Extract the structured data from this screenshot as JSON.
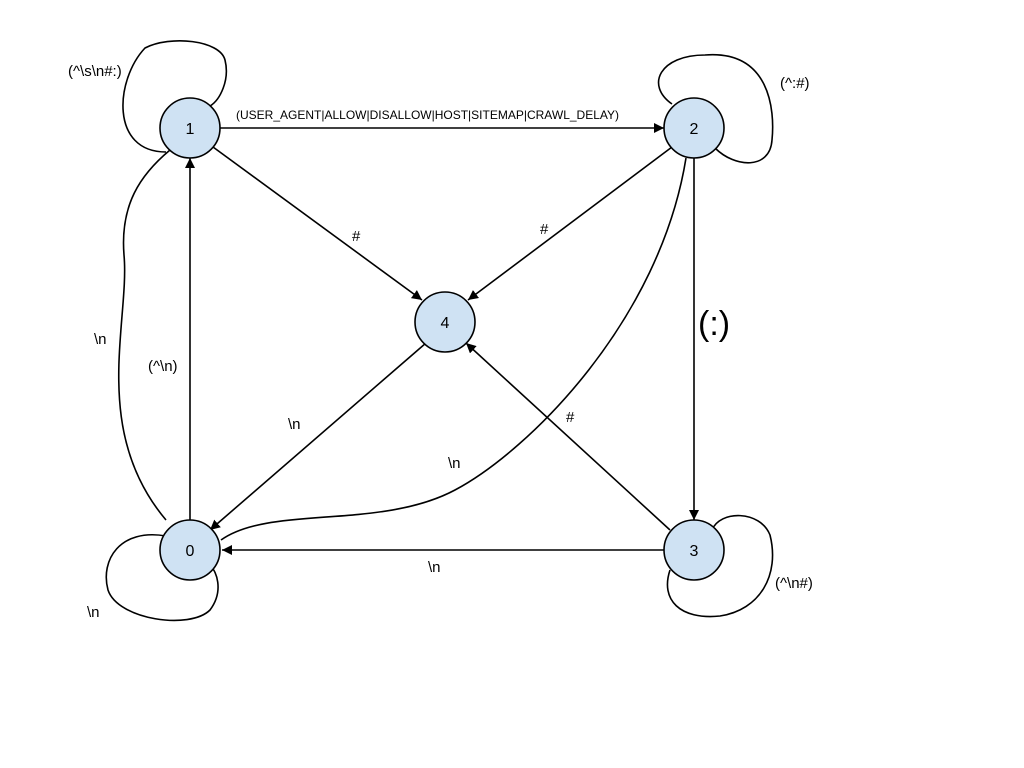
{
  "nodes": [
    {
      "id": "0",
      "label": "0"
    },
    {
      "id": "1",
      "label": "1"
    },
    {
      "id": "2",
      "label": "2"
    },
    {
      "id": "3",
      "label": "3"
    },
    {
      "id": "4",
      "label": "4"
    }
  ],
  "edges": [
    {
      "from": "1",
      "to": "1",
      "label": "(^\\s\\n#:)"
    },
    {
      "from": "1",
      "to": "2",
      "label": "(USER_AGENT|ALLOW|DISALLOW|HOST|SITEMAP|CRAWL_DELAY)"
    },
    {
      "from": "2",
      "to": "2",
      "label": "(^:#)"
    },
    {
      "from": "1",
      "to": "4",
      "label": "#"
    },
    {
      "from": "2",
      "to": "4",
      "label": "#"
    },
    {
      "from": "2",
      "to": "3",
      "label": "(:)"
    },
    {
      "from": "2",
      "to": "0",
      "label": "\\n"
    },
    {
      "from": "0",
      "to": "1",
      "label": "(^\\n)"
    },
    {
      "from": "0",
      "to": "1",
      "label": "\\n"
    },
    {
      "from": "4",
      "to": "0",
      "label": "\\n"
    },
    {
      "from": "3",
      "to": "4",
      "label": "#"
    },
    {
      "from": "3",
      "to": "0",
      "label": "\\n"
    },
    {
      "from": "0",
      "to": "0",
      "label": "\\n"
    },
    {
      "from": "3",
      "to": "3",
      "label": "(^\\n#)"
    }
  ]
}
